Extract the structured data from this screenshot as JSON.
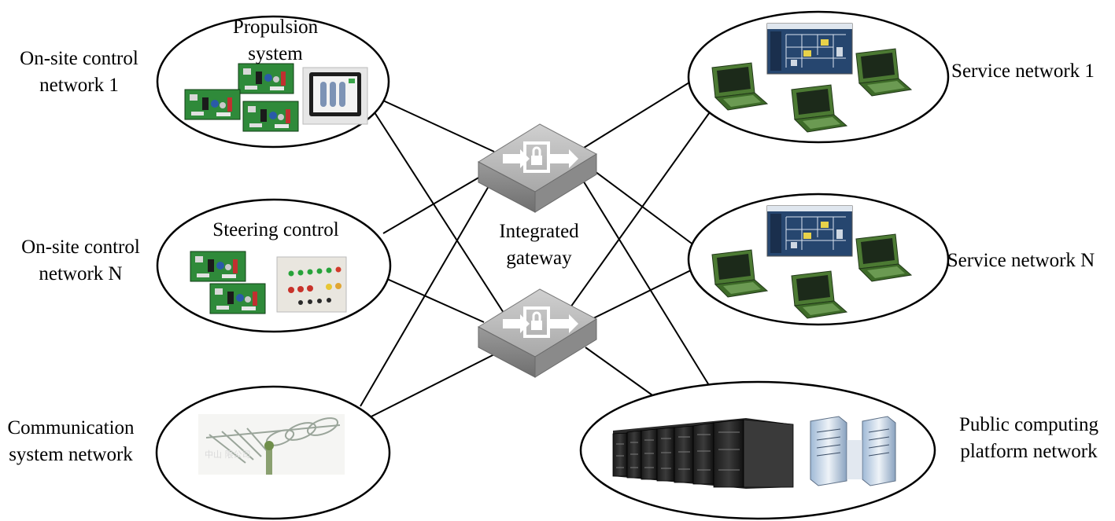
{
  "left_networks": {
    "onsite_1": {
      "line1": "On-site control",
      "line2": "network 1"
    },
    "onsite_n": {
      "line1": "On-site control",
      "line2": "network N"
    },
    "communication": {
      "line1": "Communication",
      "line2": "system network"
    }
  },
  "right_networks": {
    "service_1": {
      "label": "Service network 1"
    },
    "service_n": {
      "label": "Service network N"
    },
    "public": {
      "line1": "Public computing",
      "line2": "platform network"
    }
  },
  "subsystems": {
    "propulsion": {
      "line1": "Propulsion",
      "line2": "system"
    },
    "steering": {
      "label": "Steering control"
    }
  },
  "gateway": {
    "line1": "Integrated",
    "line2": "gateway"
  },
  "antenna_watermark": "中山                 限公司",
  "colors": {
    "line": "#000000",
    "gateway_top": "#b9b9b9",
    "gateway_side": "#8c8c8c",
    "pcb_green": "#2e7d32",
    "laptop_green": "#3f6b2a",
    "screen_blue": "#1f3d6b"
  }
}
